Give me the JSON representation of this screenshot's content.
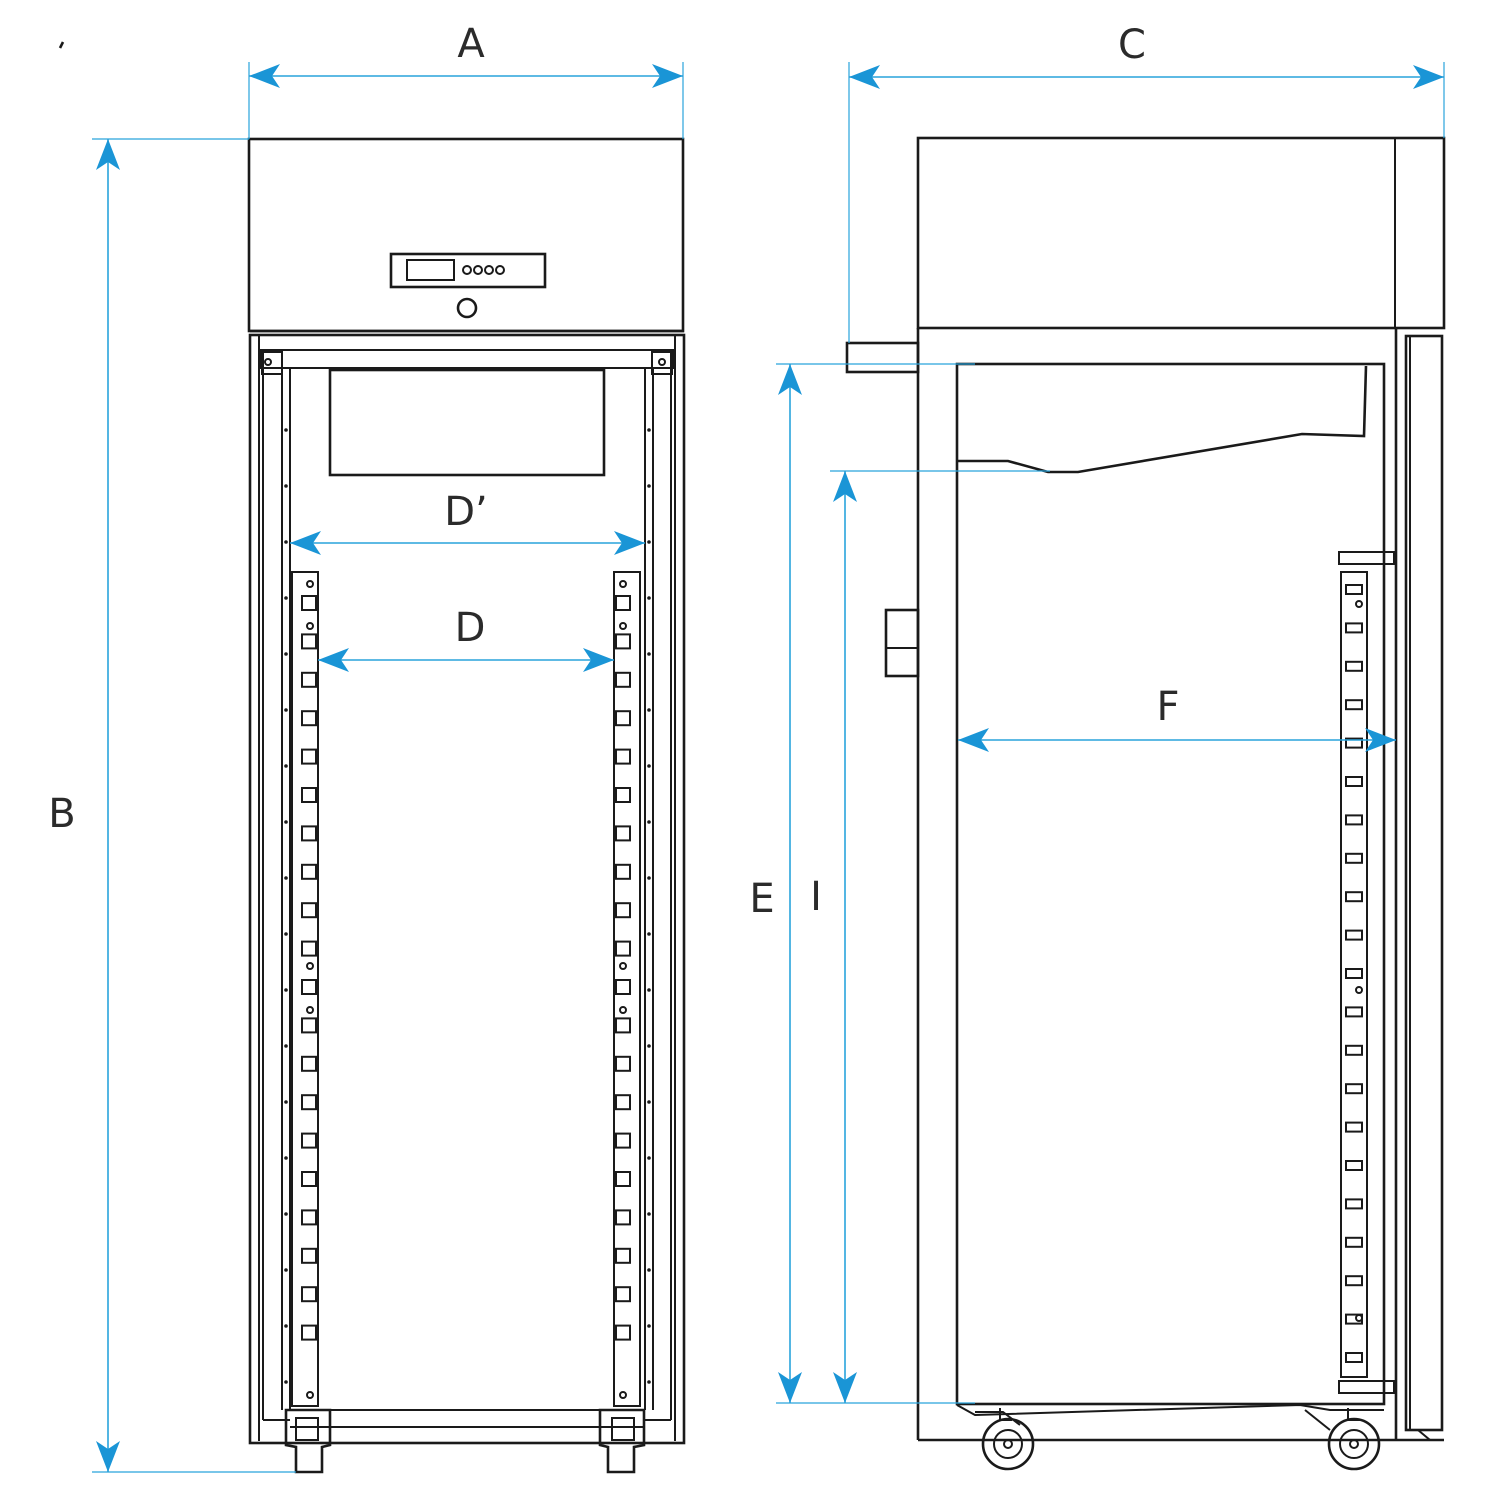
{
  "dimensions": {
    "A": "A",
    "B": "B",
    "C": "C",
    "D": "D",
    "D_prime": "D’",
    "E": "E",
    "F": "F",
    "I": "I"
  },
  "colors": {
    "line": "#1a1a1a",
    "dimension": "#29a3dc",
    "arrowhead": "#1a95d6"
  },
  "racks": {
    "front_slots": 20,
    "side_slots": 21
  }
}
